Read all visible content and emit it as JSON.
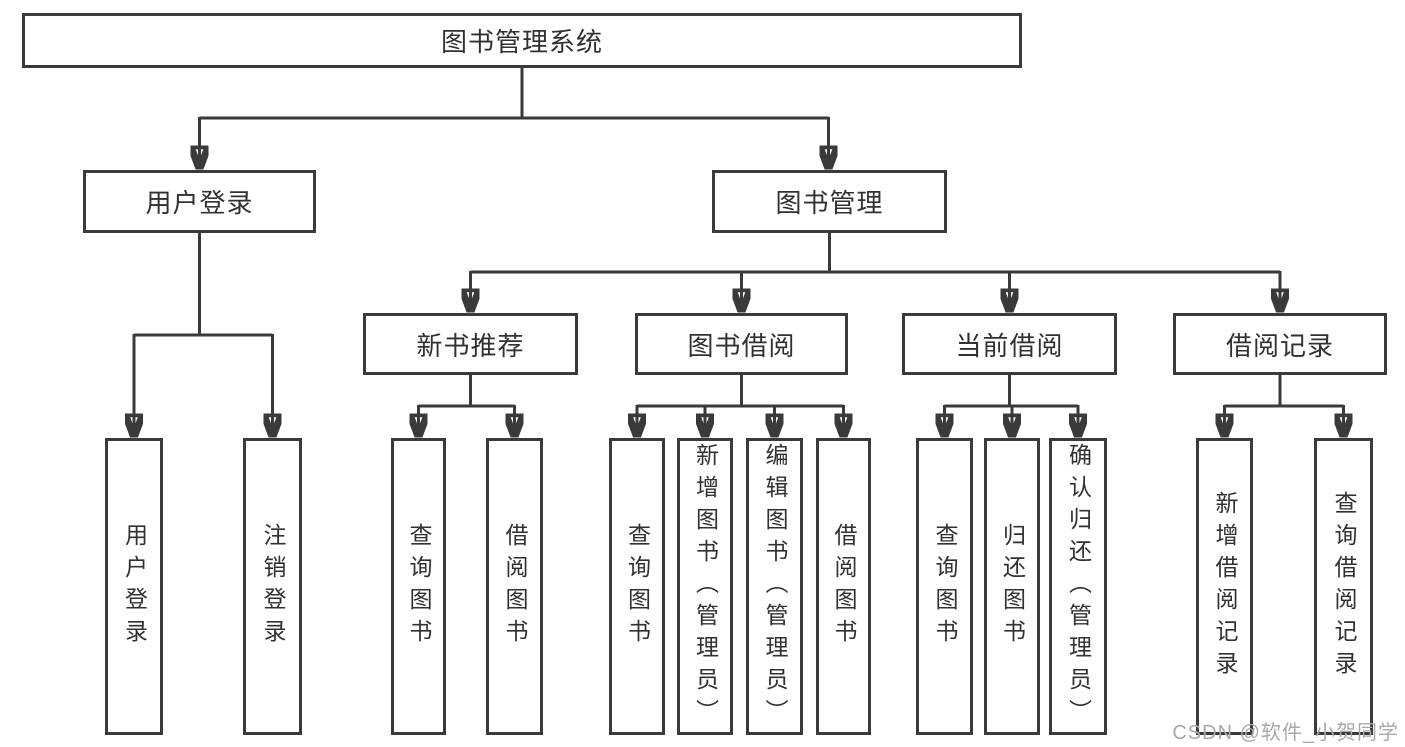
{
  "diagram": {
    "type": "hierarchy-tree",
    "root": {
      "label": "图书管理系统",
      "children": [
        {
          "label": "用户登录",
          "children": [
            {
              "label": "用户登录"
            },
            {
              "label": "注销登录"
            }
          ]
        },
        {
          "label": "图书管理",
          "children": [
            {
              "label": "新书推荐",
              "children": [
                {
                  "label": "查询图书"
                },
                {
                  "label": "借阅图书"
                }
              ]
            },
            {
              "label": "图书借阅",
              "children": [
                {
                  "label": "查询图书"
                },
                {
                  "label": "新增图书（管理员）"
                },
                {
                  "label": "编辑图书（管理员）"
                },
                {
                  "label": "借阅图书"
                }
              ]
            },
            {
              "label": "当前借阅",
              "children": [
                {
                  "label": "查询图书"
                },
                {
                  "label": "归还图书"
                },
                {
                  "label": "确认归还（管理员）"
                }
              ]
            },
            {
              "label": "借阅记录",
              "children": [
                {
                  "label": "新增借阅记录"
                },
                {
                  "label": "查询借阅记录"
                }
              ]
            }
          ]
        }
      ]
    }
  },
  "watermark": {
    "text": "CSDN @软件_小贺同学"
  },
  "colors": {
    "line": "#3a3a3a",
    "text": "#313131",
    "background": "#ffffff",
    "watermark": "#a9a9a9"
  }
}
